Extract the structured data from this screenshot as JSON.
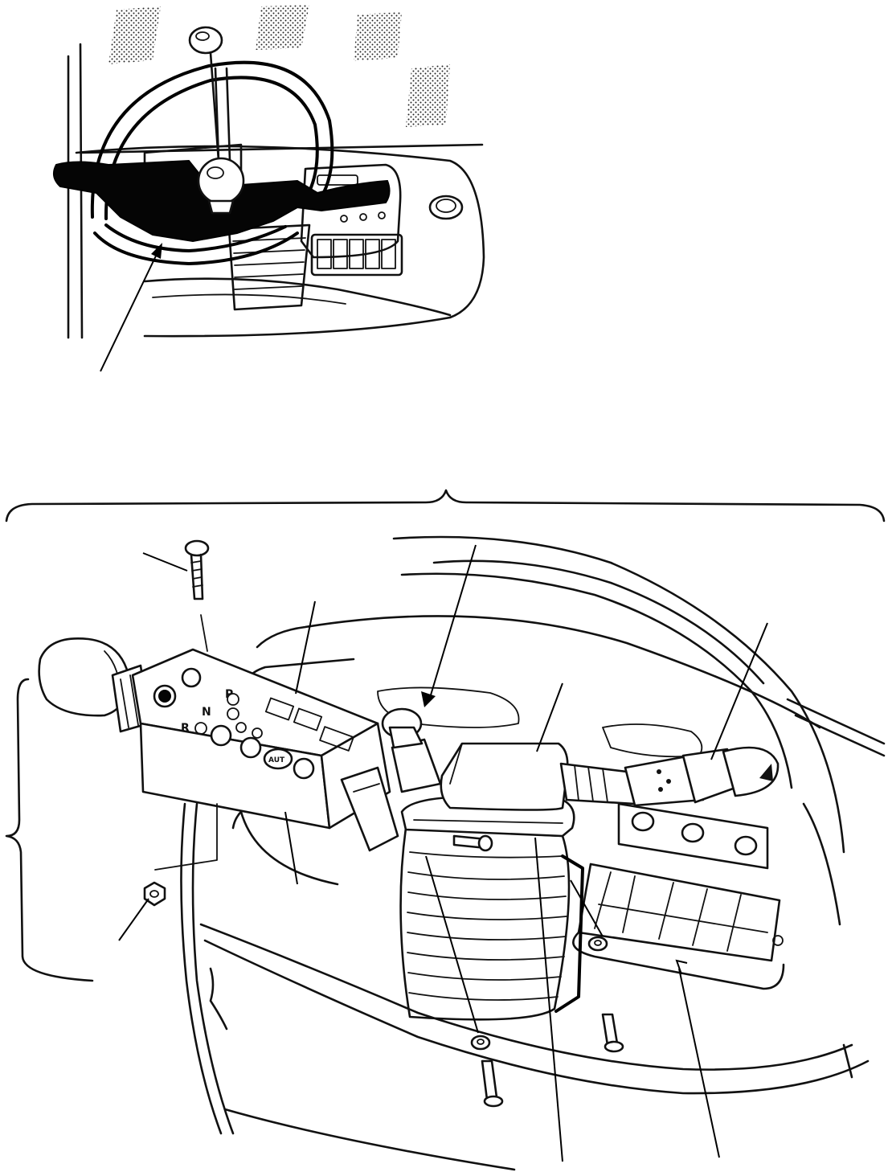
{
  "figure": {
    "background": "#ffffff",
    "ink": "#111111"
  },
  "panel_labels": {
    "switch_buttons": [
      "P",
      "N",
      "R"
    ],
    "button_auto": "AUT"
  }
}
